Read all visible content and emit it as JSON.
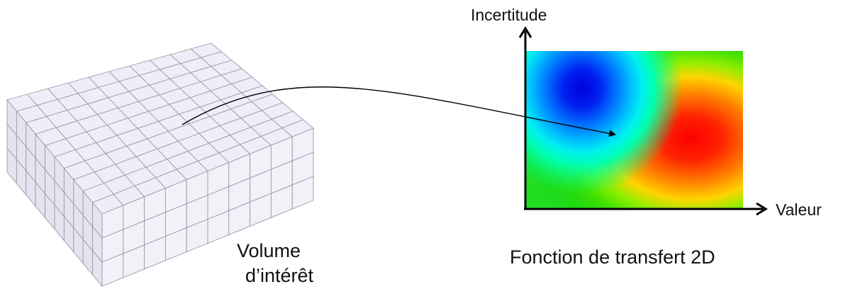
{
  "labels": {
    "y_axis": "Incertitude",
    "x_axis": "Valeur",
    "volume_line1": "Volume",
    "volume_line2": "d’intérêt",
    "transfer_function": "Fonction de transfert 2D"
  },
  "volume": {
    "columns": 10,
    "rows": 10,
    "layers": 3,
    "face_color": "#eeeef8",
    "edge_color": "#9a9aae"
  },
  "transfer_function": {
    "colormap": "jet",
    "low_color": "#0000dd",
    "high_color": "#ff0000"
  },
  "arrow_color": "#000000"
}
